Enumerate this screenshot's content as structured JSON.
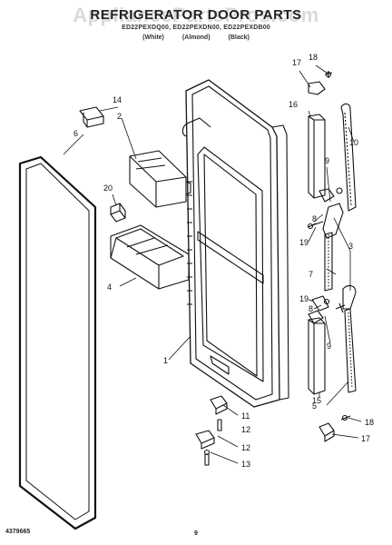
{
  "header": {
    "watermark": "AppliancePartsPros.com",
    "title": "REFRIGERATOR DOOR PARTS",
    "models": "ED22PEXDQ00, ED22PEXDN00, ED22PEXDB00",
    "colors": [
      "(White)",
      "(Almond)",
      "(Black)"
    ]
  },
  "callouts": [
    {
      "label": "1"
    },
    {
      "label": "2"
    },
    {
      "label": "3"
    },
    {
      "label": "4"
    },
    {
      "label": "5"
    },
    {
      "label": "6"
    },
    {
      "label": "7"
    },
    {
      "label": "8"
    },
    {
      "label": "8"
    },
    {
      "label": "9"
    },
    {
      "label": "9"
    },
    {
      "label": "10"
    },
    {
      "label": "11"
    },
    {
      "label": "12"
    },
    {
      "label": "12"
    },
    {
      "label": "13"
    },
    {
      "label": "14"
    },
    {
      "label": "15"
    },
    {
      "label": "16"
    },
    {
      "label": "17"
    },
    {
      "label": "17"
    },
    {
      "label": "18"
    },
    {
      "label": "18"
    },
    {
      "label": "19"
    },
    {
      "label": "19"
    },
    {
      "label": "20"
    }
  ],
  "footer": {
    "part_number": "4379665",
    "page_number": "9"
  },
  "colors": {
    "line": "#111111",
    "background": "#ffffff",
    "watermark": "#969696"
  }
}
